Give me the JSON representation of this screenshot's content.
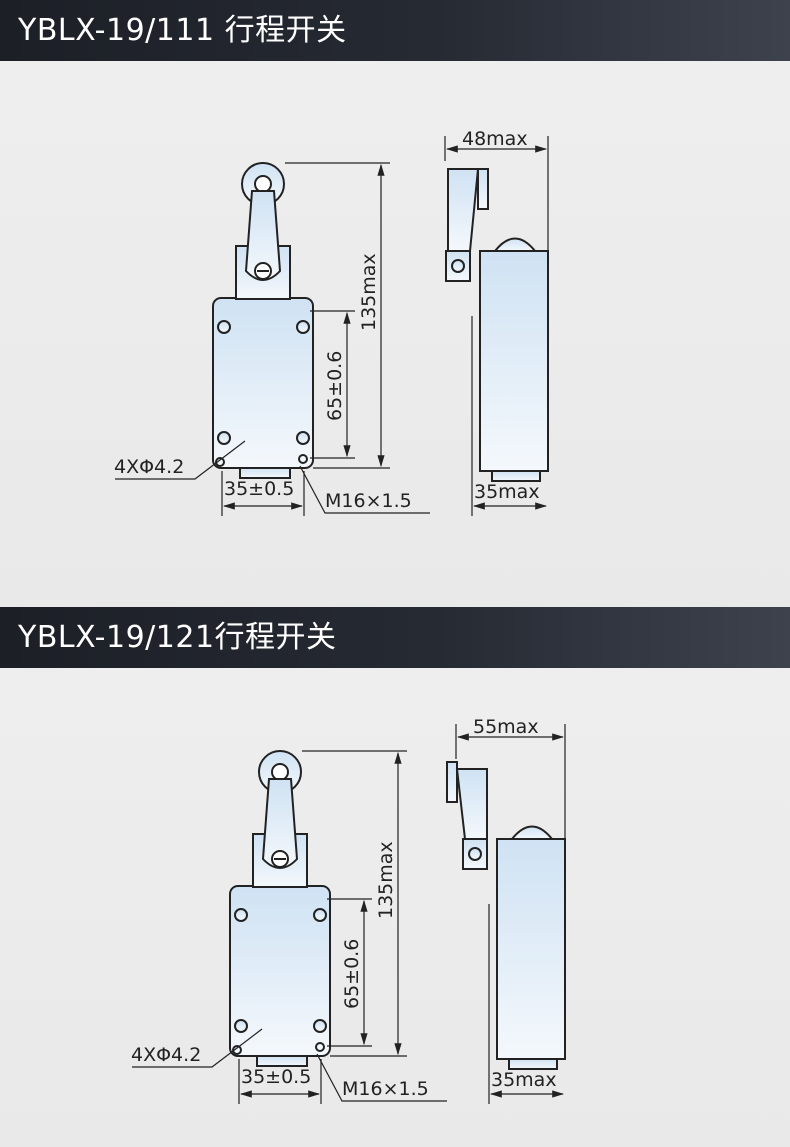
{
  "sections": [
    {
      "title": "YBLX-19/111 行程开关",
      "dims": {
        "height": "135max",
        "mount": "65±0.6",
        "width": "35±0.5",
        "holes": "4XΦ4.2",
        "thread": "M16×1.5",
        "depth": "48max",
        "side_width": "35max"
      }
    },
    {
      "title": "YBLX-19/121行程开关",
      "dims": {
        "height": "135max",
        "mount": "65±0.6",
        "width": "35±0.5",
        "holes": "4XΦ4.2",
        "thread": "M16×1.5",
        "depth": "55max",
        "side_width": "35max"
      }
    }
  ],
  "colors": {
    "header_bg": "#1f232b",
    "body_fill": "#dbe9f5",
    "line": "#222222"
  }
}
